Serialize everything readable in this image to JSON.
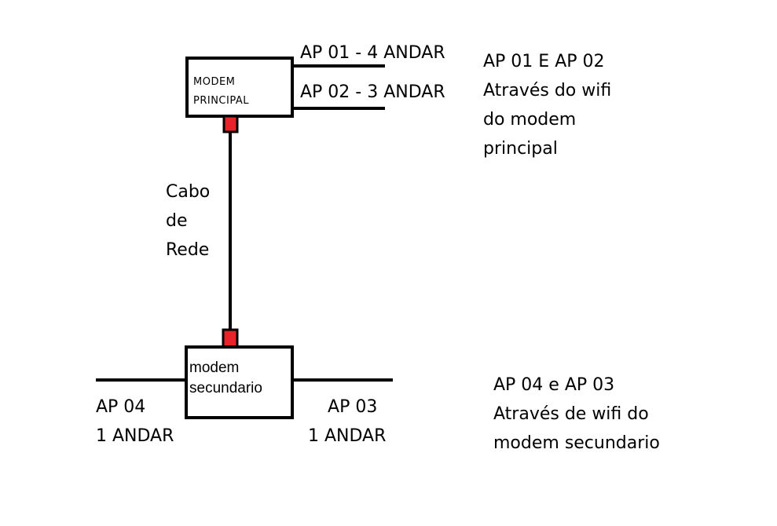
{
  "diagram": {
    "modem_principal": {
      "label_lines": [
        "MODEM",
        "PRINCIPAL"
      ],
      "links": [
        "AP 01 - 4 ANDAR",
        "AP 02 - 3 ANDAR"
      ]
    },
    "cable_label_lines": [
      "Cabo",
      "de",
      "Rede"
    ],
    "modem_secundario": {
      "label_lines": [
        "modem",
        "secundario"
      ],
      "left_link_lines": [
        "AP 04",
        "1 ANDAR"
      ],
      "right_link_lines": [
        "AP 03",
        "1 ANDAR"
      ]
    },
    "note_top_lines": [
      "AP 01 E AP 02",
      "Através do wifi",
      "do modem",
      "principal"
    ],
    "note_bottom_lines": [
      "AP 04 e AP 03",
      "Através de wifi do",
      "modem secundario"
    ],
    "colors": {
      "line": "#000000",
      "connector": "#e8232a",
      "background": "#ffffff"
    }
  }
}
